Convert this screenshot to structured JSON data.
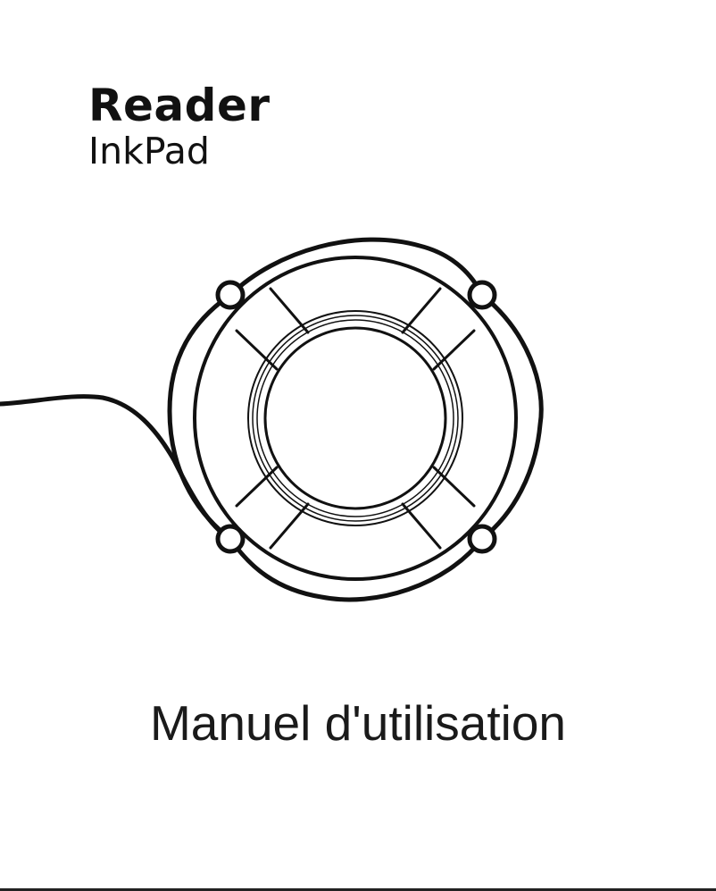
{
  "cover": {
    "brand_name": "Reader",
    "model_name": "InkPad",
    "title": "Manuel d'utilisation",
    "illustration_icon": "life-buoy-icon"
  }
}
